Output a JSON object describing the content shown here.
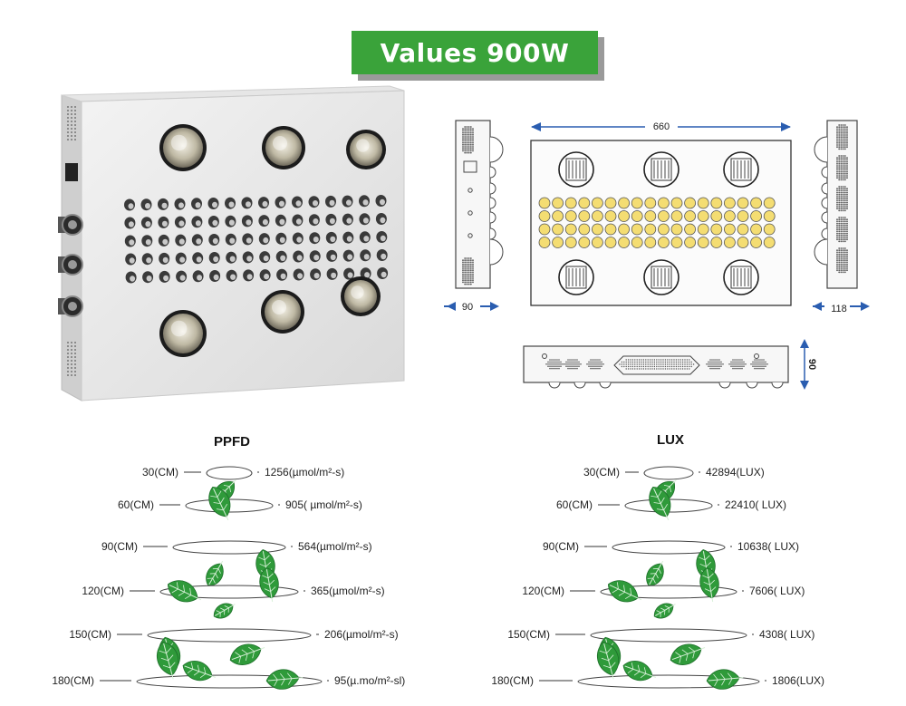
{
  "title": "Values 900W",
  "dimensions": {
    "front_width": "660",
    "side_depth_left": "90",
    "side_depth_right": "118",
    "bottom_height": "90"
  },
  "ppfd": {
    "heading": "PPFD",
    "rows": [
      {
        "height": "30(CM)",
        "value": "1256(µmol/m²-s)"
      },
      {
        "height": "60(CM)",
        "value": "905( µmol/m²-s)"
      },
      {
        "height": "90(CM)",
        "value": "564(µmol/m²-s)"
      },
      {
        "height": "120(CM)",
        "value": "365(µmol/m²-s)"
      },
      {
        "height": "150(CM)",
        "value": "206(µmol/m²-s)"
      },
      {
        "height": "180(CM)",
        "value": "95(µ.mo/m²-sl)"
      }
    ]
  },
  "lux": {
    "heading": "LUX",
    "rows": [
      {
        "height": "30(CM)",
        "value": "42894(LUX)"
      },
      {
        "height": "60(CM)",
        "value": "22410(  LUX)"
      },
      {
        "height": "90(CM)",
        "value": "10638( LUX)"
      },
      {
        "height": "120(CM)",
        "value": "7606(  LUX)"
      },
      {
        "height": "150(CM)",
        "value": "4308(  LUX)"
      },
      {
        "height": "180(CM)",
        "value": "1806(LUX)"
      }
    ]
  },
  "colors": {
    "badge_green": "#3aa33a",
    "leaf_green": "#2f9a3a",
    "led_yellow": "#f4dd72",
    "dim_arrow": "#2a5db0"
  }
}
